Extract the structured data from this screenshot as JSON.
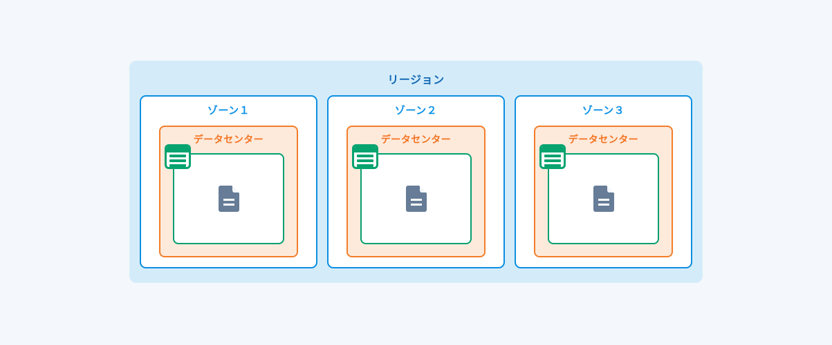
{
  "diagram": {
    "type": "cloud-architecture-nesting",
    "background_color": "#f4f7fb",
    "region": {
      "label": "リージョン",
      "fill_color": "#d4ecfa",
      "text_color": "#1469b5"
    },
    "zone_defaults": {
      "border_color": "#0d8fe0",
      "fill_color": "#ffffff",
      "text_color": "#0d92e6"
    },
    "datacenter_defaults": {
      "label": "データセンター",
      "border_color": "#f47d2a",
      "fill_color": "#fdeadb",
      "text_color": "#f47321"
    },
    "server_defaults": {
      "border_color": "#04a070",
      "fill_color": "#ffffff",
      "badge_icon": "server-list-icon",
      "content_icon": "document-icon",
      "content_icon_color": "#667c97"
    },
    "zones": [
      {
        "label": "ゾーン１",
        "datacenter": {
          "label": "データセンター"
        }
      },
      {
        "label": "ゾーン２",
        "datacenter": {
          "label": "データセンター"
        }
      },
      {
        "label": "ゾーン３",
        "datacenter": {
          "label": "データセンター"
        }
      }
    ]
  }
}
